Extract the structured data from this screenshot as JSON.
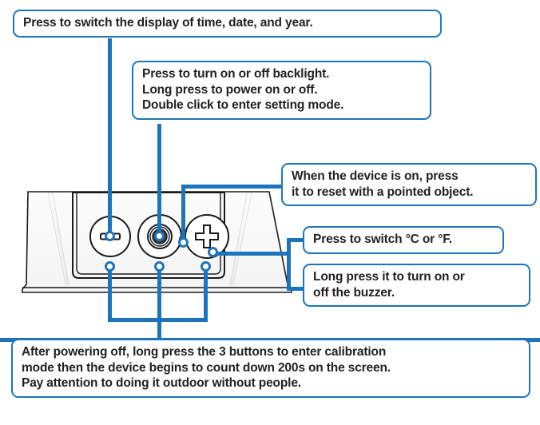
{
  "diagram": {
    "accent_color": "#1c75bc",
    "text_color": "#231f20",
    "device_name": "weather-station-top-panel"
  },
  "callouts": [
    {
      "id": "c-time",
      "target": "minus-button",
      "lines": [
        "Press to switch the display of time, date, and year."
      ]
    },
    {
      "id": "c-back",
      "target": "power-button",
      "lines": [
        "Press to turn on or off backlight.",
        "Long press to power on or off.",
        "Double click to enter setting mode."
      ]
    },
    {
      "id": "c-reset",
      "target": "reset-pinhole",
      "lines": [
        "When the device is on, press",
        "it to reset with a pointed object."
      ]
    },
    {
      "id": "c-unit",
      "target": "plus-button",
      "lines": [
        "Press to switch °C or °F."
      ]
    },
    {
      "id": "c-buzz",
      "target": "plus-button",
      "lines": [
        "Long press it to turn on or",
        "off the buzzer."
      ]
    },
    {
      "id": "c-cal",
      "target": "all-three-buttons",
      "lines": [
        "After powering off, long press the 3 buttons to enter calibration",
        "mode then the device begins to count down 200s on the screen.",
        "Pay attention to doing it outdoor without people."
      ]
    }
  ],
  "device_buttons": [
    {
      "name": "minus-button",
      "glyph": "–",
      "label": "minus"
    },
    {
      "name": "power-button",
      "glyph": "◎",
      "label": "power"
    },
    {
      "name": "reset-pinhole",
      "glyph": "",
      "label": "reset"
    },
    {
      "name": "plus-button",
      "glyph": "+",
      "label": "plus"
    }
  ]
}
